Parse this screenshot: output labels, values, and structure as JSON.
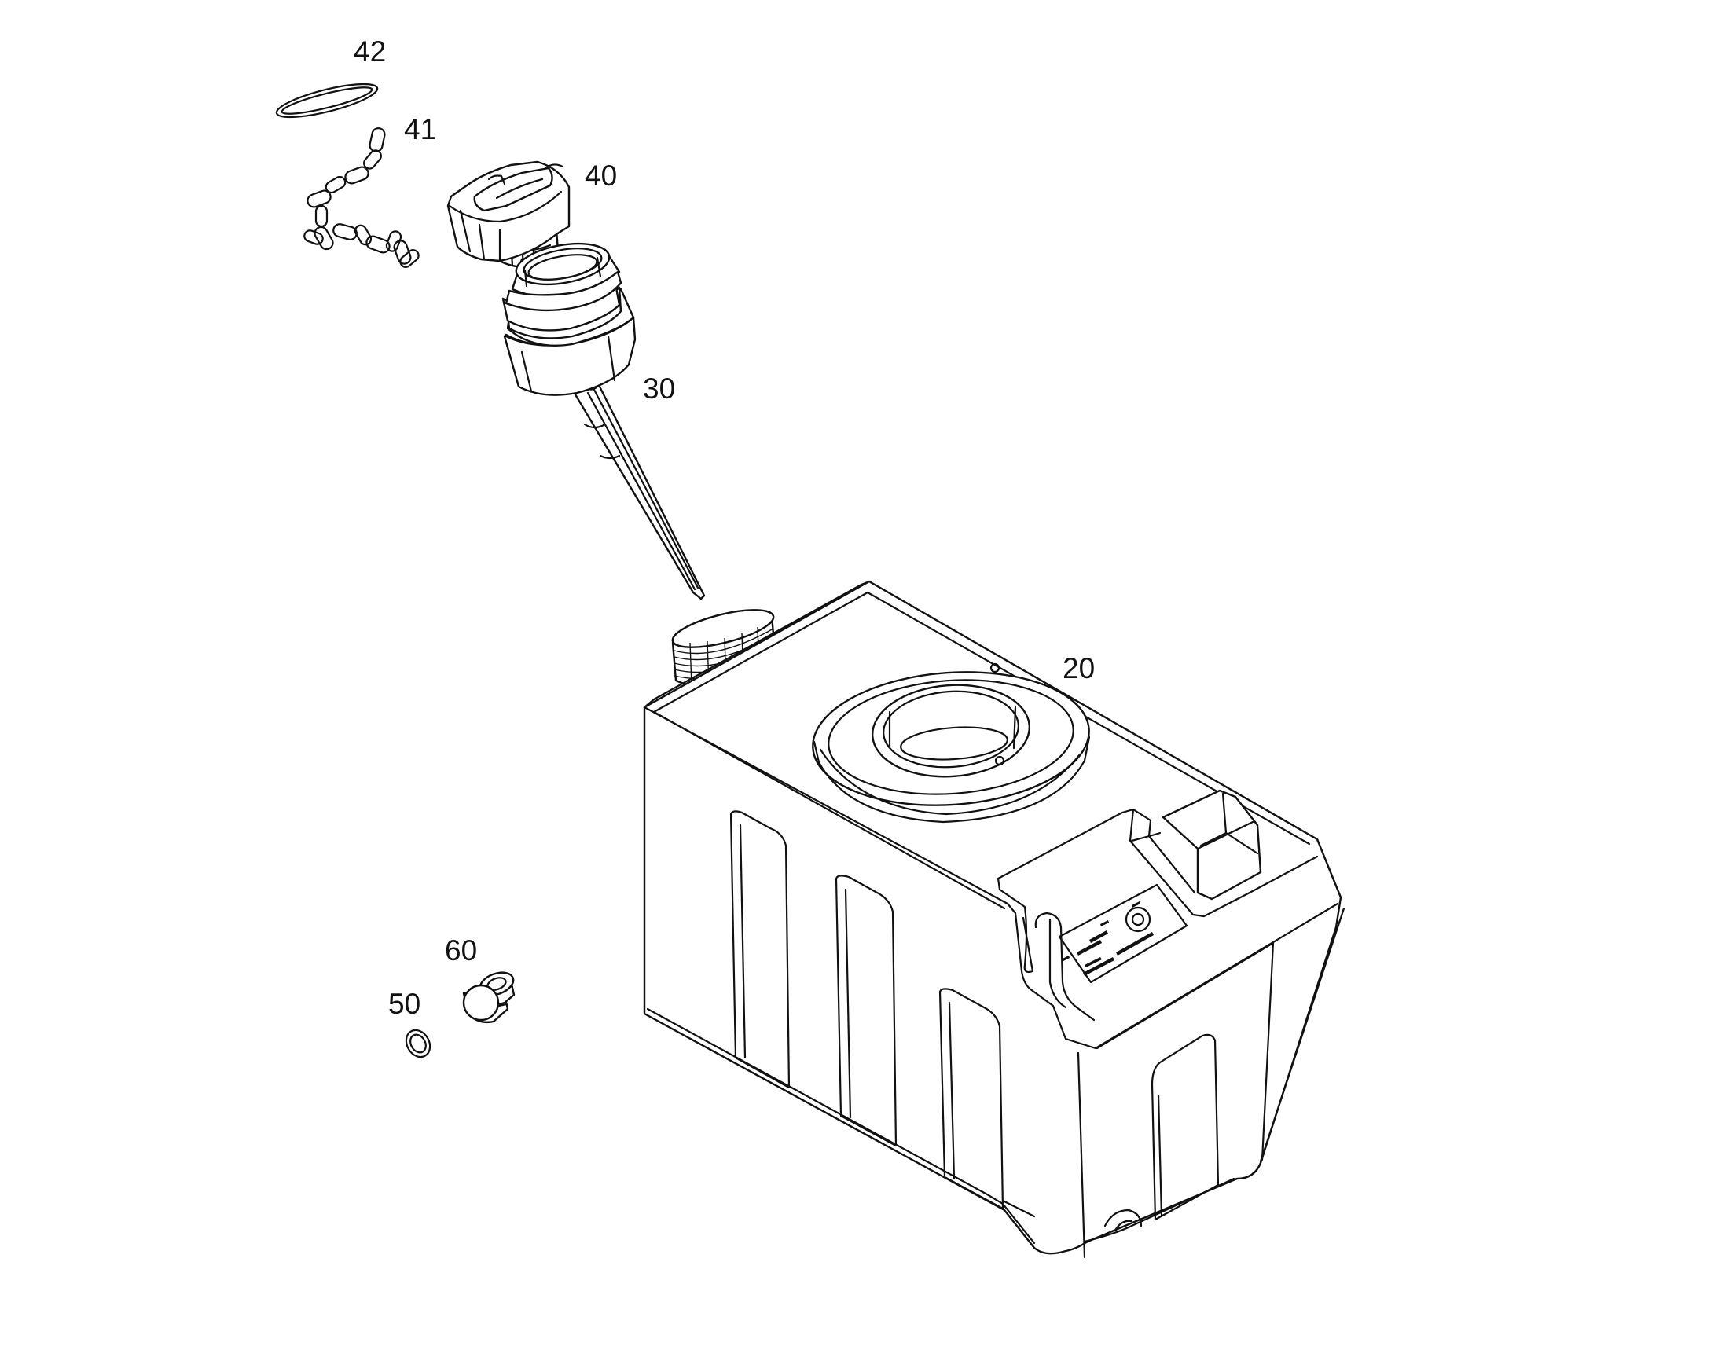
{
  "diagram": {
    "type": "exploded-parts-view",
    "colors": {
      "line": "#111111",
      "background": "#ffffff"
    },
    "callouts": {
      "tank": "20",
      "filler_neck": "30",
      "filler_cap": "40",
      "chain": "41",
      "ring": "42",
      "washer": "50",
      "drain_plug": "60"
    }
  }
}
